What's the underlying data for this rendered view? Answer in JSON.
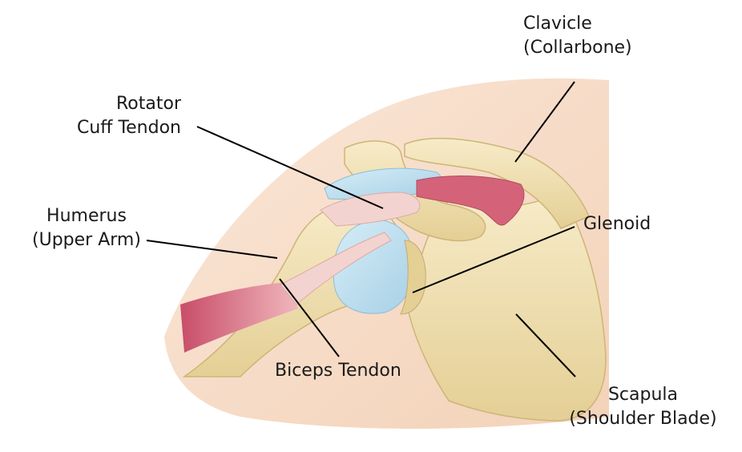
{
  "labels": {
    "clavicle": [
      "Clavicle",
      "(Collarbone)"
    ],
    "rotator_cuff": [
      "Rotator",
      "Cuff Tendon"
    ],
    "humerus": [
      "Humerus",
      "(Upper Arm)"
    ],
    "glenoid": [
      "Glenoid"
    ],
    "biceps": [
      "Biceps Tendon"
    ],
    "scapula": [
      "Scapula",
      "(Shoulder Blade)"
    ]
  },
  "colors": {
    "skin": "#f5dcc6",
    "bone": "#efe0b2",
    "bone_shadow": "#d8c287",
    "cartilage": "#bfe0f0",
    "muscle": "#d4637a",
    "tendon": "#f3d3cf",
    "leader_line": "#000000"
  }
}
